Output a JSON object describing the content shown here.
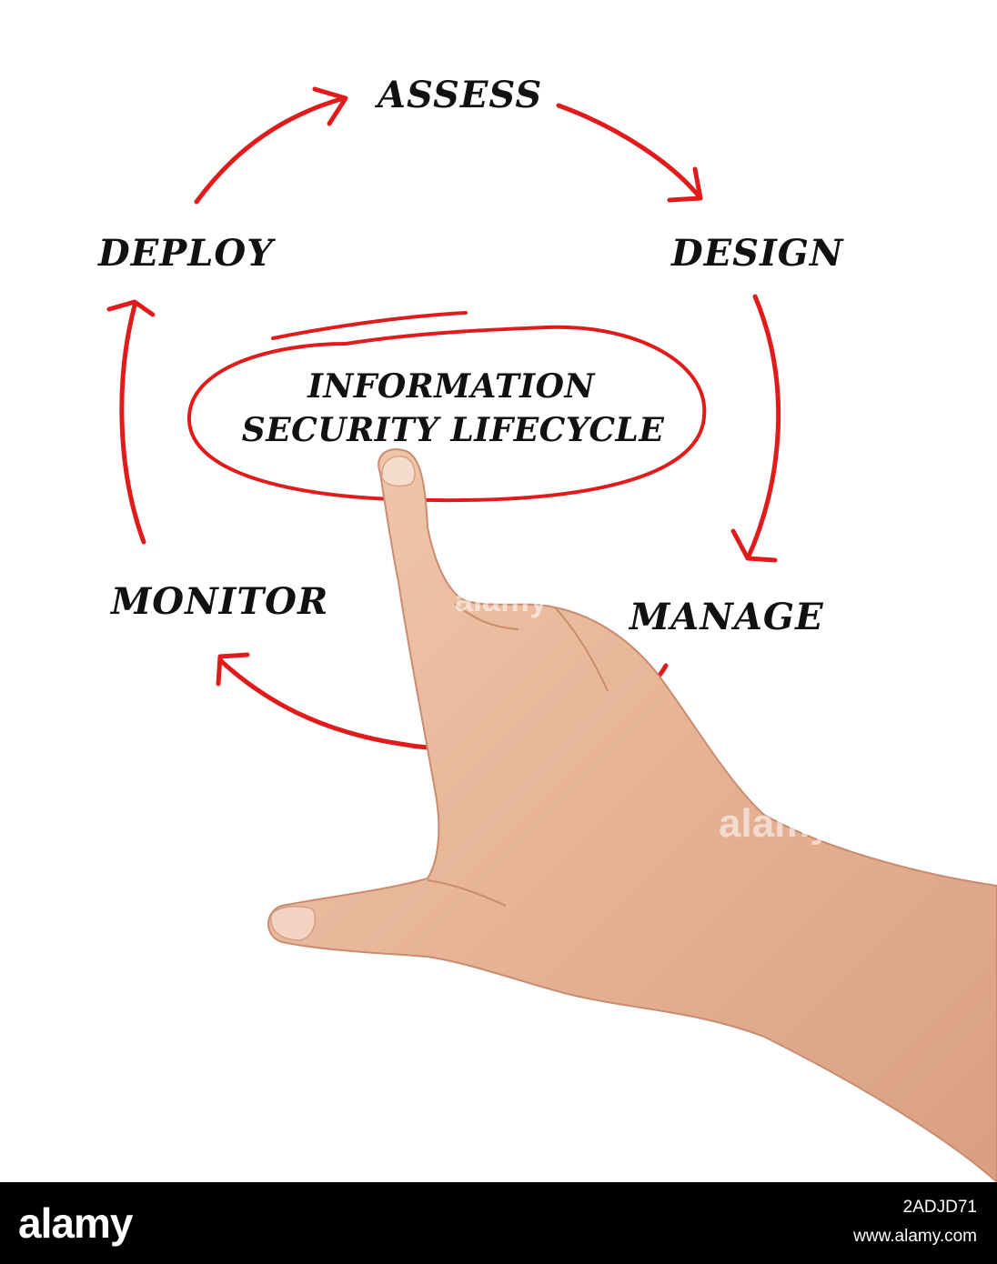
{
  "colors": {
    "arrow": "#e01b1b",
    "text": "#111111",
    "background": "#ffffff",
    "footer": "#000000",
    "skin": "#e8b89c"
  },
  "diagram": {
    "center_line_1": "INFORMATION",
    "center_line_2": "SECURITY LIFECYCLE",
    "stages": {
      "assess": "ASSESS",
      "design": "DESIGN",
      "manage": "MANAGE",
      "monitor": "MONITOR",
      "deploy": "DEPLOY"
    }
  },
  "watermark": {
    "text": "alamy"
  },
  "footer": {
    "logo": "alamy",
    "image_id": "2ADJD71",
    "url": "www.alamy.com"
  }
}
